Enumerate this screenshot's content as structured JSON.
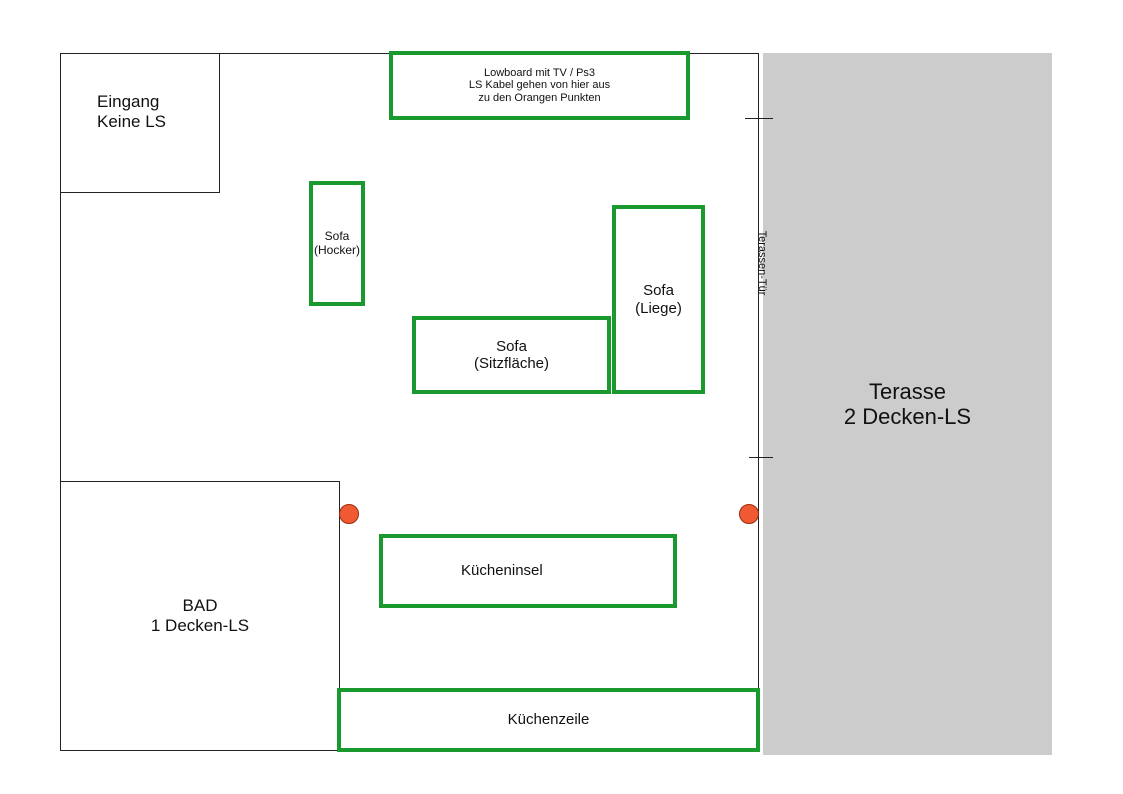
{
  "plan": {
    "entrance": {
      "line1": "Eingang",
      "line2": "Keine LS"
    },
    "lowboard": {
      "line1": "Lowboard mit TV / Ps3",
      "line2": "LS Kabel gehen von hier aus",
      "line3": "zu den Orangen Punkten"
    },
    "sofa_hocker": {
      "line1": "Sofa",
      "line2": "(Hocker)"
    },
    "sofa_sitz": {
      "line1": "Sofa",
      "line2": "(Sitzfläche)"
    },
    "sofa_liege": {
      "line1": "Sofa",
      "line2": "(Liege)"
    },
    "terrace_door": {
      "label": "Terassen-Tür"
    },
    "terrace": {
      "line1": "Terasse",
      "line2": "2 Decken-LS"
    },
    "bath": {
      "line1": "BAD",
      "line2": "1 Decken-LS"
    },
    "kitchen_island": {
      "label": "Kücheninsel"
    },
    "kitchen_row": {
      "label": "Küchenzeile"
    }
  },
  "colors": {
    "furniture_border": "#1a9a2e",
    "speaker_dot": "#f05a32",
    "terrace_fill": "#cccccc"
  }
}
